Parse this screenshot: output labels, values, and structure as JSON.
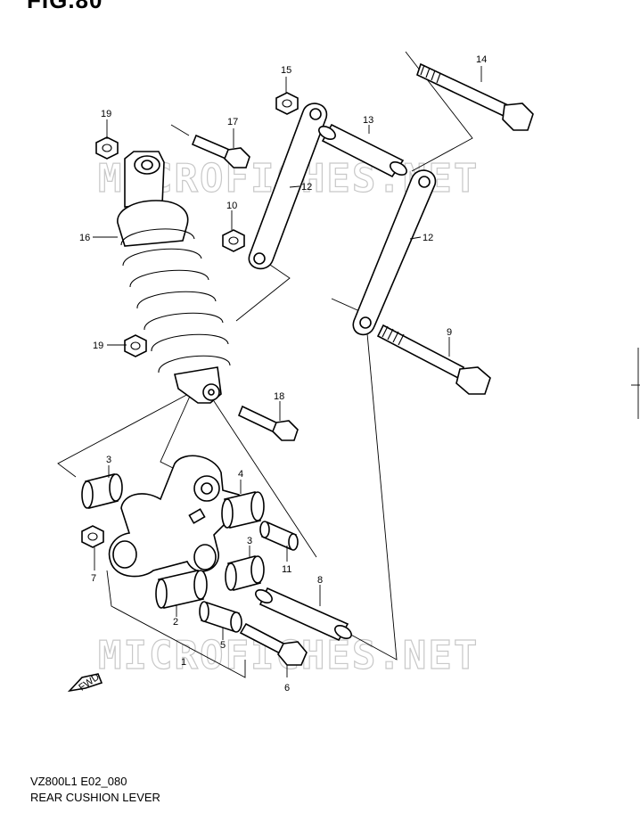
{
  "figure_title": "FIG.80",
  "footer": {
    "model_code": "VZ800L1 E02_080",
    "section_title": "REAR CUSHION LEVER"
  },
  "watermark": "MICROFICHES.NET",
  "fwd_label": "FWD",
  "callouts": [
    {
      "id": "c1",
      "text": "1"
    },
    {
      "id": "c2",
      "text": "2"
    },
    {
      "id": "c3a",
      "text": "3"
    },
    {
      "id": "c3b",
      "text": "3"
    },
    {
      "id": "c4",
      "text": "4"
    },
    {
      "id": "c5",
      "text": "5"
    },
    {
      "id": "c6",
      "text": "6"
    },
    {
      "id": "c7",
      "text": "7"
    },
    {
      "id": "c8",
      "text": "8"
    },
    {
      "id": "c9",
      "text": "9"
    },
    {
      "id": "c10",
      "text": "10"
    },
    {
      "id": "c11",
      "text": "11"
    },
    {
      "id": "c12a",
      "text": "12"
    },
    {
      "id": "c12b",
      "text": "12"
    },
    {
      "id": "c13",
      "text": "13"
    },
    {
      "id": "c14",
      "text": "14"
    },
    {
      "id": "c15",
      "text": "15"
    },
    {
      "id": "c16",
      "text": "16"
    },
    {
      "id": "c17",
      "text": "17"
    },
    {
      "id": "c18",
      "text": "18"
    },
    {
      "id": "c19a",
      "text": "19"
    },
    {
      "id": "c19b",
      "text": "19"
    }
  ]
}
